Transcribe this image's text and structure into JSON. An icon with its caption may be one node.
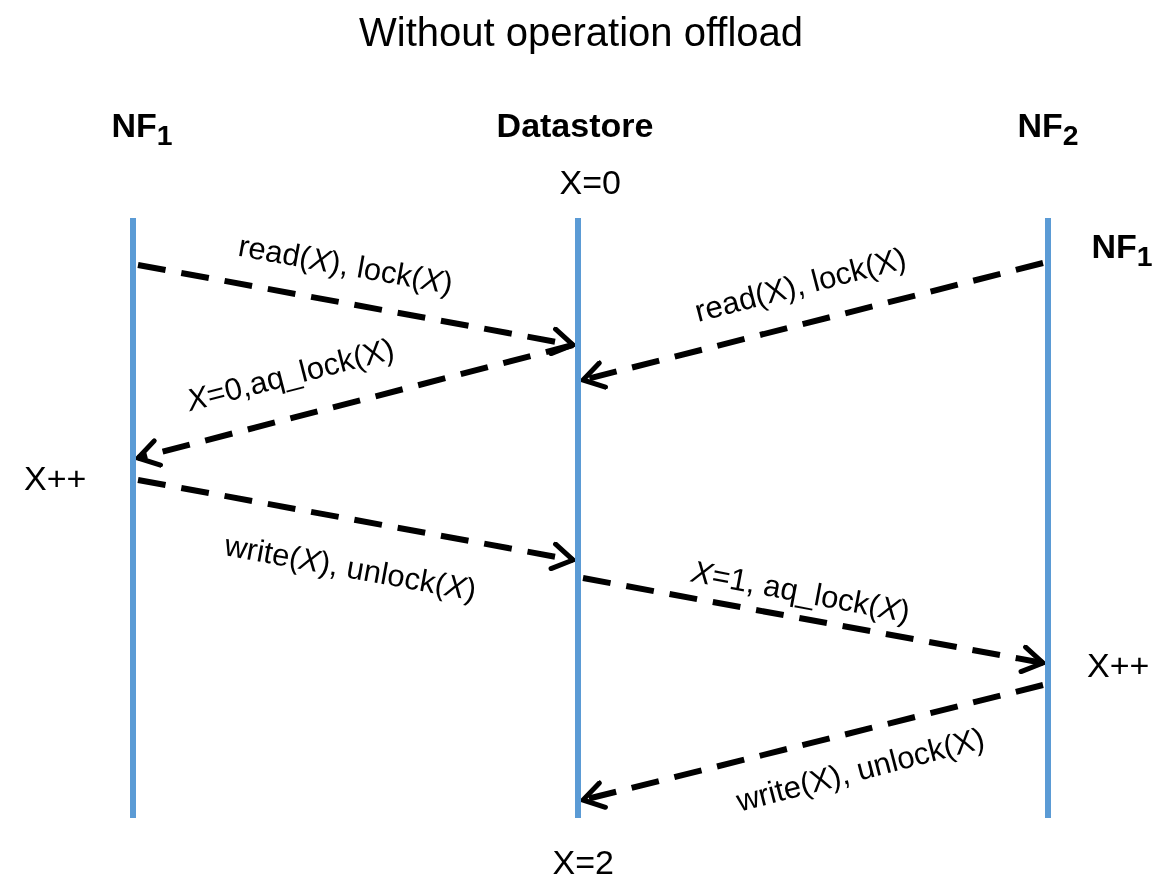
{
  "diagram": {
    "title": "Without operation offload",
    "nodes": [
      {
        "text": [
          "NF$_{1}$"
        ]
      },
      {
        "text": [
          "Datastore"
        ]
      },
      {
        "text": [
          "NF$_{2}$"
        ]
      }
    ],
    "edges": [
      {
        "from": 0,
        "to": 1,
        "arrow": "to",
        "style": "dashed",
        "label": "read(*X*), lock(*X*)"
      },
      {
        "from": 2,
        "to": 1,
        "arrow": "to",
        "style": "dashed",
        "label": "read(X), lock(X)"
      },
      {
        "from": 1,
        "to": 0,
        "arrow": "to",
        "style": "dashed",
        "label": "*X*=0,aq_lock(X)"
      },
      {
        "from": 0,
        "to": 1,
        "arrow": "to",
        "style": "dashed",
        "label": "write(*X*), unlock(*X*)"
      },
      {
        "from": 1,
        "to": 2,
        "arrow": "to",
        "style": "dashed",
        "label": "*X*=1, aq_lock(*X*)"
      },
      {
        "from": 2,
        "to": 1,
        "arrow": "to",
        "style": "dashed",
        "label": "write(X), unlock(X)"
      }
    ],
    "labels": [
      "X=0",
      "NF$_{1}$",
      "X++",
      "X++",
      "X=2"
    ]
  }
}
